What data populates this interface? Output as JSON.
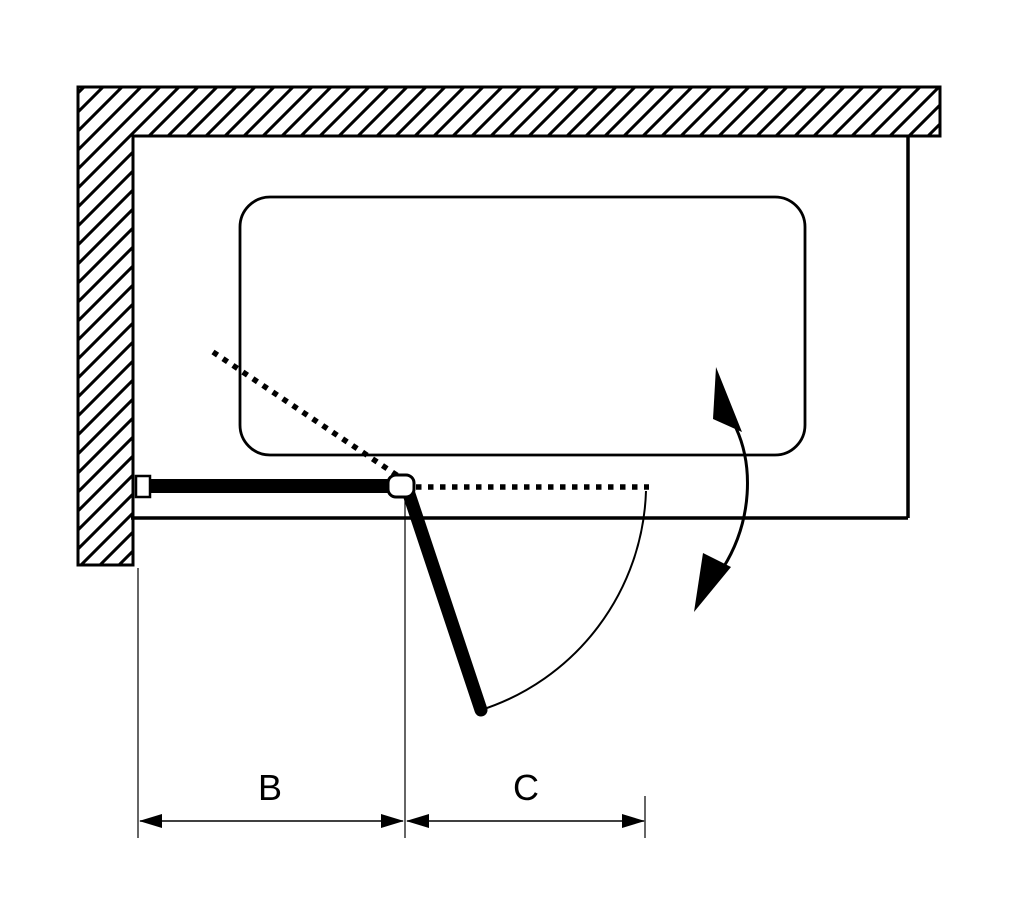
{
  "diagram": {
    "kind": "bathtub-screen-installation-top-view",
    "background_color": "#ffffff",
    "line_color": "#000000",
    "dimension_labels": {
      "b": "B",
      "c": "C"
    }
  }
}
